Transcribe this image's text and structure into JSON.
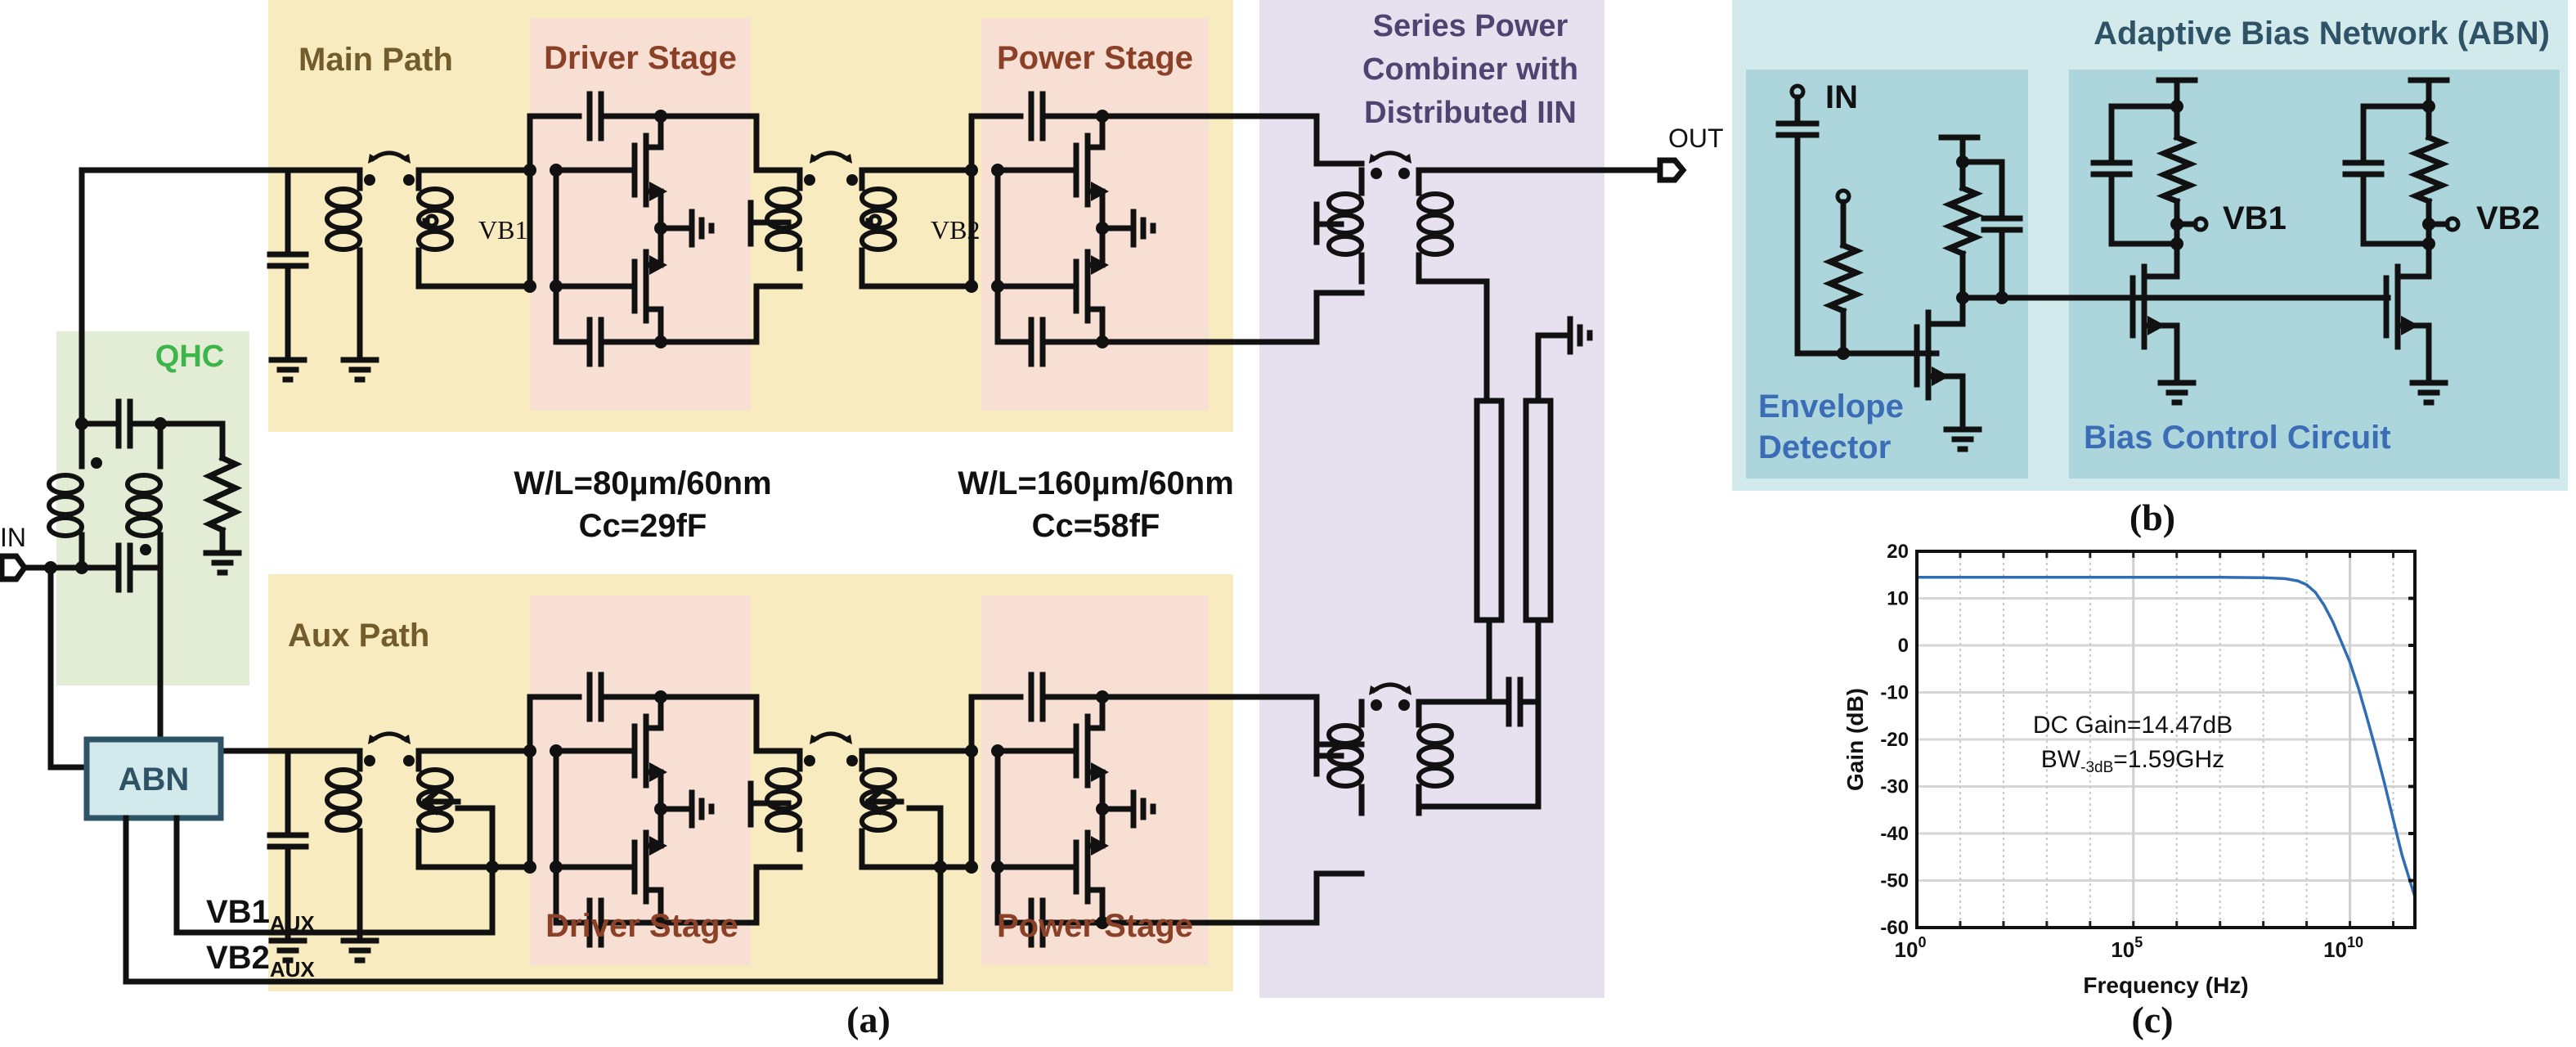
{
  "figure": {
    "colors": {
      "path_bg": "#F9EBC0",
      "stage_bg": "#F8DFD3",
      "combiner_bg": "#E7E0EE",
      "qhc_bg": "#E3ECD4",
      "abn_outer_bg": "#D2EAEC",
      "abn_inner_bg": "#ADD6DC",
      "path_text": "#735C2B",
      "stage_text": "#8B4028",
      "combiner_text": "#4E4470",
      "qhc_text": "#3DB54A",
      "abn_title_text": "#2E5266",
      "abn_sub_text": "#3A6DB5",
      "curve": "#2F6DB5"
    },
    "panel_a": {
      "caption": "(a)",
      "main_path_label": "Main Path",
      "aux_path_label": "Aux Path",
      "driver_stage_label": "Driver Stage",
      "power_stage_label": "Power Stage",
      "combiner_label_lines": [
        "Series Power",
        "Combiner with",
        "Distributed IIN"
      ],
      "qhc_label": "QHC",
      "abn_block_label": "ABN",
      "input_label": "IN",
      "output_label": "OUT",
      "vb1_label": "VB1",
      "vb2_label": "VB2",
      "vb1_aux_label": {
        "main": "VB1",
        "sub": "AUX"
      },
      "vb2_aux_label": {
        "main": "VB2",
        "sub": "AUX"
      },
      "driver_specs": [
        "W/L=80µm/60nm",
        "Cc=29fF"
      ],
      "power_specs": [
        "W/L=160µm/60nm",
        "Cc=58fF"
      ]
    },
    "panel_b": {
      "caption": "(b)",
      "title": "Adaptive Bias Network (ABN)",
      "envelope_detector_lines": [
        "Envelope",
        "Detector"
      ],
      "bias_control_label": "Bias Control Circuit",
      "in_label": "IN",
      "vb1_label": "VB1",
      "vb2_label": "VB2"
    },
    "panel_c": {
      "caption": "(c)"
    }
  },
  "chart_data": {
    "type": "line",
    "title": "",
    "xlabel": "Frequency (Hz)",
    "ylabel": "Gain (dB)",
    "xscale": "log",
    "xlim_log10": [
      0,
      11.5
    ],
    "ylim": [
      -60,
      20
    ],
    "x_ticks": [
      {
        "exp": "0",
        "value_log10": 0
      },
      {
        "exp": "5",
        "value_log10": 5
      },
      {
        "exp": "10",
        "value_log10": 10
      }
    ],
    "y_ticks": [
      20,
      10,
      0,
      -10,
      -20,
      -30,
      -40,
      -50,
      -60
    ],
    "grid": true,
    "legend": "none",
    "annotations": [
      {
        "text": "DC Gain=14.47dB"
      },
      {
        "text_main": "BW",
        "text_sub": "-3dB",
        "text_rest": "=1.59GHz"
      }
    ],
    "series": [
      {
        "name": "Gain",
        "x_log10": [
          0,
          2,
          4,
          6,
          7,
          8,
          8.5,
          8.8,
          9.0,
          9.2,
          9.4,
          9.6,
          9.8,
          10.0,
          10.2,
          10.4,
          10.6,
          10.8,
          11.0,
          11.2,
          11.5
        ],
        "y": [
          14.47,
          14.47,
          14.47,
          14.47,
          14.47,
          14.4,
          14.2,
          13.7,
          12.9,
          11.3,
          8.6,
          5.1,
          0.8,
          -3.6,
          -9.2,
          -15.6,
          -22.3,
          -29.4,
          -37.0,
          -44.5,
          -53.5
        ]
      }
    ]
  }
}
